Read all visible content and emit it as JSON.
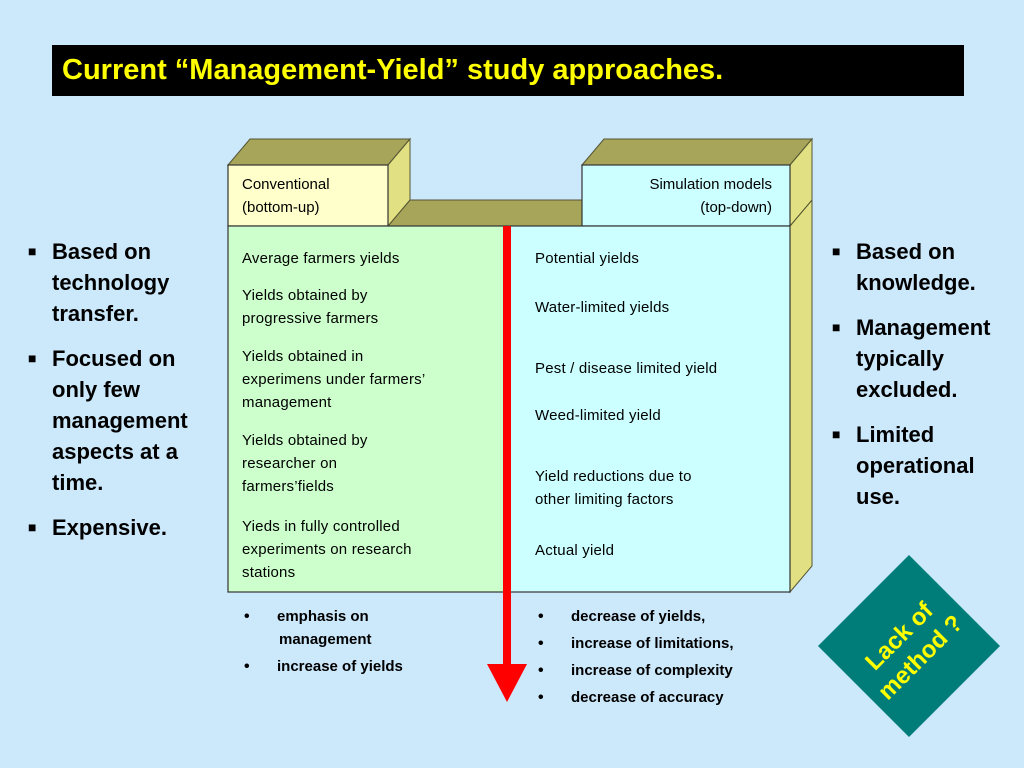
{
  "title": "Current “Management-Yield” study approaches.",
  "left_bullets": [
    "Based on technology transfer.",
    "Focused on only few management aspects at a time.",
    "Expensive."
  ],
  "right_bullets": [
    "Based on knowledge.",
    "Management typically excluded.",
    "Limited operational use."
  ],
  "conventional": {
    "header_line1": "Conventional",
    "header_line2": "(bottom-up)",
    "items": [
      [
        "Average farmers yields"
      ],
      [
        "Yields obtained by",
        "progressive farmers"
      ],
      [
        "Yields obtained in",
        "experimens under farmers’",
        "management"
      ],
      [
        "Yields obtained by",
        "researcher on",
        "farmers’fields"
      ],
      [
        "Yieds in fully controlled",
        "experiments on research",
        "stations"
      ]
    ],
    "notes": [
      [
        "emphasis on",
        "management"
      ],
      [
        "increase of yields"
      ]
    ]
  },
  "simulation": {
    "header_line1": "Simulation models",
    "header_line2": "(top-down)",
    "items": [
      [
        "Potential yields"
      ],
      [
        "Water-limited yields"
      ],
      [
        "Pest / disease limited yield"
      ],
      [
        "Weed-limited yield"
      ],
      [
        "Yield reductions due to",
        "other limiting factors"
      ],
      [
        "Actual yield"
      ]
    ],
    "notes": [
      "decrease of yields,",
      "increase of limitations,",
      "increase of complexity",
      "decrease of accuracy"
    ]
  },
  "badge": {
    "line1": "Lack of",
    "line2": "method ?"
  },
  "colors": {
    "background": "#cce8fb",
    "title_bg": "#000000",
    "title_text": "#ffff00",
    "green_box": "#ccffcc",
    "cyan_box": "#ccffff",
    "header_box": "#ffffcc",
    "box_top": "#a7a55a",
    "box_side": "#e1e183",
    "arrow": "#ff0000",
    "badge_bg": "#007c79",
    "badge_text": "#ffff00"
  },
  "icons": {
    "bullet": "square-bullet-icon",
    "dot": "round-bullet-icon",
    "arrow": "down-arrow-icon"
  }
}
